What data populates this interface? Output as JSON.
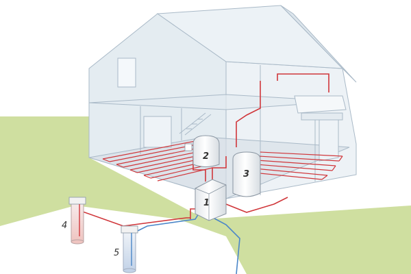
{
  "diagram": {
    "labels": [
      {
        "id": "heat-pump",
        "text": "1"
      },
      {
        "id": "buffer-tank",
        "text": "2"
      },
      {
        "id": "hot-water-tank",
        "text": "3"
      },
      {
        "id": "outflow-well",
        "text": "4"
      },
      {
        "id": "supply-well",
        "text": "5"
      }
    ]
  },
  "colors": {
    "background": "#ffffff",
    "ground": "#cfdfa0",
    "pipe_hot": "#d0363a",
    "pipe_cold": "#4a86c8",
    "house_wall": "#dbe5ec",
    "house_outline": "#a9b9c7"
  }
}
